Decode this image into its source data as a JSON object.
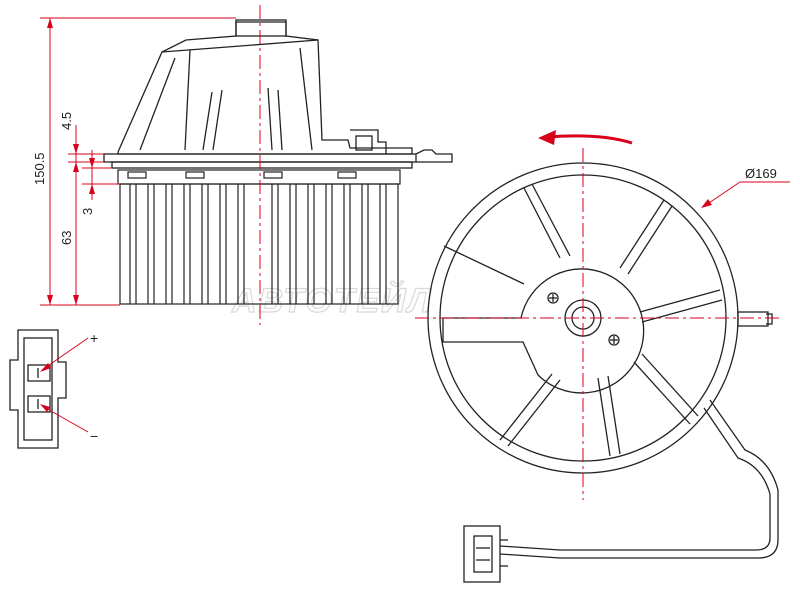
{
  "dimensions": {
    "overall_height": "150.5",
    "flange_offset": "4.5",
    "gap": "3",
    "wheel_height": "63",
    "diameter": "Ø169"
  },
  "connector": {
    "plus_label": "+",
    "minus_label": "−"
  },
  "watermark": "АВТОТЕЙЛ",
  "colors": {
    "line": "#222222",
    "dimension": "#d9001b",
    "centerline": "#d9001b",
    "watermark": "#d9d9d9"
  },
  "rotation_arrow": "counterclockwise"
}
